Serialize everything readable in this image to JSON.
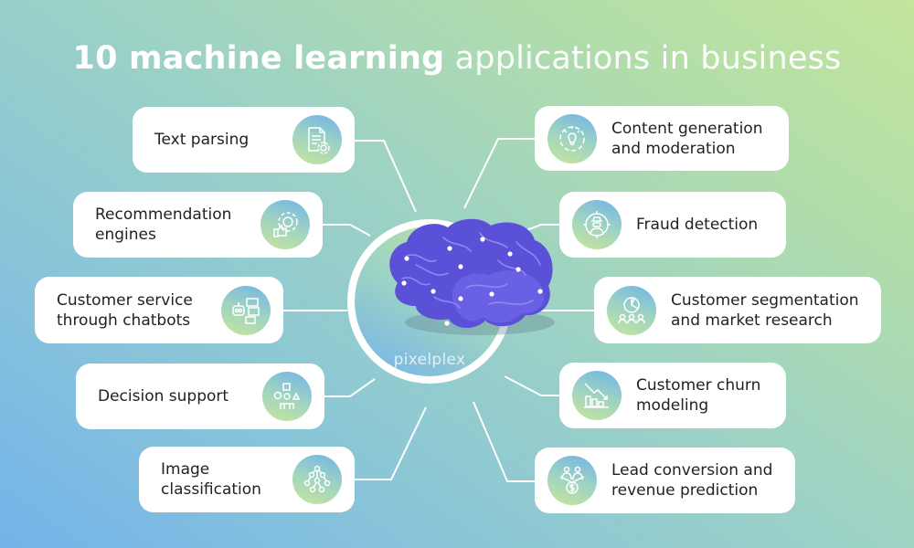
{
  "title": {
    "bold": "10 machine learning",
    "light": " applications in business"
  },
  "hub": {
    "brand": "pixelplex",
    "icon": "brain-icon"
  },
  "colors": {
    "bg_blue": "#74b3ea",
    "bg_teal": "#9fd3c2",
    "bg_green": "#c2e59c",
    "card": "#ffffff",
    "brain": "#5a4fd6",
    "text": "#222222"
  },
  "left_items": [
    {
      "label": "Text parsing",
      "icon": "document-gear-icon"
    },
    {
      "label": "Recommendation\nengines",
      "icon": "gear-thumbs-up-icon"
    },
    {
      "label": "Customer service\nthrough chatbots",
      "icon": "chatbot-icon"
    },
    {
      "label": "Decision support",
      "icon": "decision-shapes-icon"
    },
    {
      "label": "Image\nclassification",
      "icon": "hierarchy-tree-icon"
    }
  ],
  "right_items": [
    {
      "label": "Content generation\nand moderation",
      "icon": "lightbulb-gear-icon"
    },
    {
      "label": "Fraud detection",
      "icon": "spy-target-icon"
    },
    {
      "label": "Customer segmentation\nand market research",
      "icon": "pie-chart-users-icon"
    },
    {
      "label": "Customer churn\nmodeling",
      "icon": "declining-chart-icon"
    },
    {
      "label": "Lead conversion and\nrevenue prediction",
      "icon": "people-dollar-icon"
    }
  ]
}
